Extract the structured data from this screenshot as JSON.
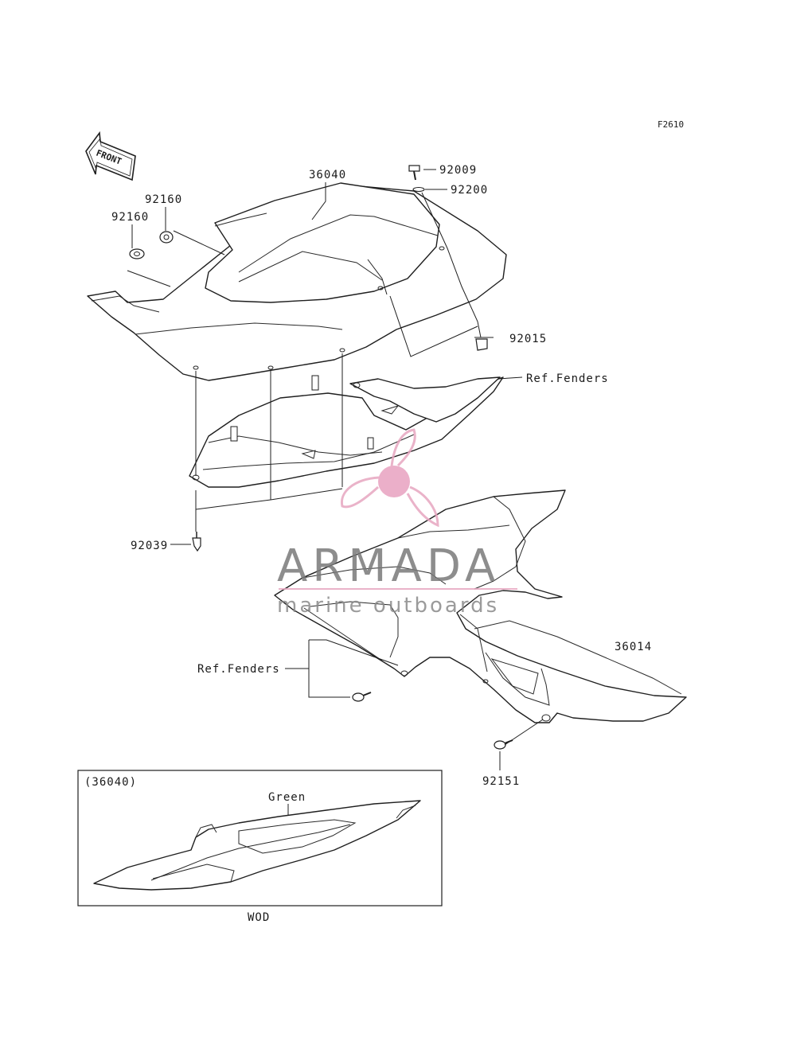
{
  "diagram": {
    "figure_code": "F2610",
    "front_arrow_text": "FRONT",
    "callouts": {
      "p36040": "36040",
      "p92009": "92009",
      "p92200": "92200",
      "p92160a": "92160",
      "p92160b": "92160",
      "p92015": "92015",
      "ref_fenders_upper": "Ref.Fenders",
      "p92039": "92039",
      "p36014": "36014",
      "ref_fenders_lower": "Ref.Fenders",
      "p92151": "92151"
    },
    "inset": {
      "title": "(36040)",
      "color_label": "Green",
      "caption": "WOD"
    }
  },
  "watermark": {
    "brand": "ARMADA",
    "tagline": "marine outboards",
    "color_brand": "#7a7a7a",
    "color_accent": "#e7a6c0"
  }
}
